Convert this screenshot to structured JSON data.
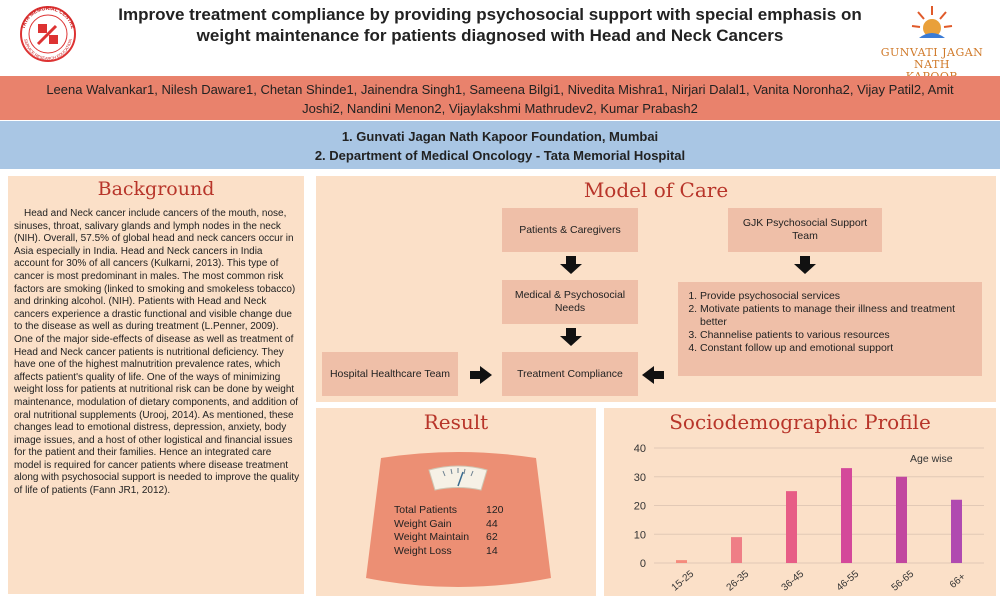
{
  "header": {
    "title": "Improve treatment compliance by providing psychosocial support with special emphasis on weight maintenance for patients diagnosed with Head and Neck Cancers",
    "left_logo_lines": [
      "TATA MEMORIAL CENTRE",
      "SERVICE RESEARCH EDUCATION"
    ],
    "right_logo_lines": [
      "GUNVATI JAGAN NATH",
      "KAPOOR FOUNDATION"
    ]
  },
  "authors": "Leena Walvankar1, Nilesh Daware1, Chetan Shinde1, Jainendra Singh1, Sameena Bilgi1, Nivedita Mishra1, Nirjari Dalal1, Vanita Noronha2, Vijay Patil2, Amit Joshi2, Nandini Menon2, Vijaylakshmi Mathrudev2, Kumar Prabash2",
  "affiliations": [
    "1. Gunvati Jagan Nath Kapoor Foundation, Mumbai",
    "2. Department of Medical Oncology - Tata Memorial Hospital"
  ],
  "background": {
    "heading": "Background",
    "text": "Head and Neck cancer include cancers of the mouth, nose, sinuses, throat, salivary glands and lymph nodes in the neck (NIH). Overall, 57.5% of global head and neck cancers occur in Asia especially in India. Head and Neck cancers in India account for 30% of all cancers (Kulkarni, 2013). This type of cancer is most predominant in males. The most common risk factors are smoking (linked to smoking and smokeless tobacco) and drinking alcohol. (NIH). Patients with Head and Neck cancers experience a drastic functional and visible change due to the disease as well as during treatment (L.Penner, 2009). One of the major side-effects of disease as well as treatment of Head and Neck cancer patients is nutritional deficiency. They have one of the highest malnutrition prevalence rates, which affects patient's quality of life. One of the ways of minimizing weight loss for patients at nutritional risk can be done by weight maintenance, modulation of dietary components, and addition of oral nutritional supplements (Urooj, 2014). As mentioned, these changes lead to emotional distress, depression, anxiety, body image issues, and a host of other logistical and financial issues for the patient and their families. Hence an integrated care model is required for cancer patients where disease treatment along with psychosocial support is needed to improve the quality of life of patients (Fann JR1, 2012)."
  },
  "model_of_care": {
    "heading": "Model of Care",
    "patients_box": "Patients & Caregivers",
    "gjk_box": "GJK Psychosocial Support Team",
    "needs_box": "Medical & Psychosocial Needs",
    "hospital_box": "Hospital Healthcare Team",
    "compliance_box": "Treatment Compliance",
    "services": [
      "Provide psychosocial services",
      "Motivate patients to  manage their illness and treatment better",
      "Channelise patients to various resources",
      "Constant follow up and emotional support"
    ]
  },
  "result": {
    "heading": "Result",
    "rows": [
      {
        "label": "Total Patients",
        "value": "120"
      },
      {
        "label": "Weight Gain",
        "value": "44"
      },
      {
        "label": "Weight Maintain",
        "value": "62"
      },
      {
        "label": "Weight Loss",
        "value": "14"
      }
    ]
  },
  "socio": {
    "heading": "Sociodemographic Profile"
  },
  "colors": {
    "accent_red": "#b8352a",
    "author_band": "#e9826c",
    "affil_band": "#a9c6e4",
    "panel": "#fbe0c8",
    "box": "#efbfa8",
    "scale": "#ec8f74"
  },
  "chart_data": {
    "type": "bar",
    "title": "",
    "legend_text": "Age wise",
    "categories": [
      "15-25",
      "26-35",
      "36-45",
      "46-55",
      "56-65",
      "66+"
    ],
    "values": [
      1,
      9,
      25,
      33,
      30,
      22
    ],
    "colors": [
      "#f58b7d",
      "#ef7e86",
      "#e75d86",
      "#d4489a",
      "#c2479f",
      "#b04ab0"
    ],
    "ylim": [
      0,
      40
    ],
    "yticks": [
      0,
      10,
      20,
      30,
      40
    ],
    "grid": true,
    "xlabel": "",
    "ylabel": ""
  }
}
